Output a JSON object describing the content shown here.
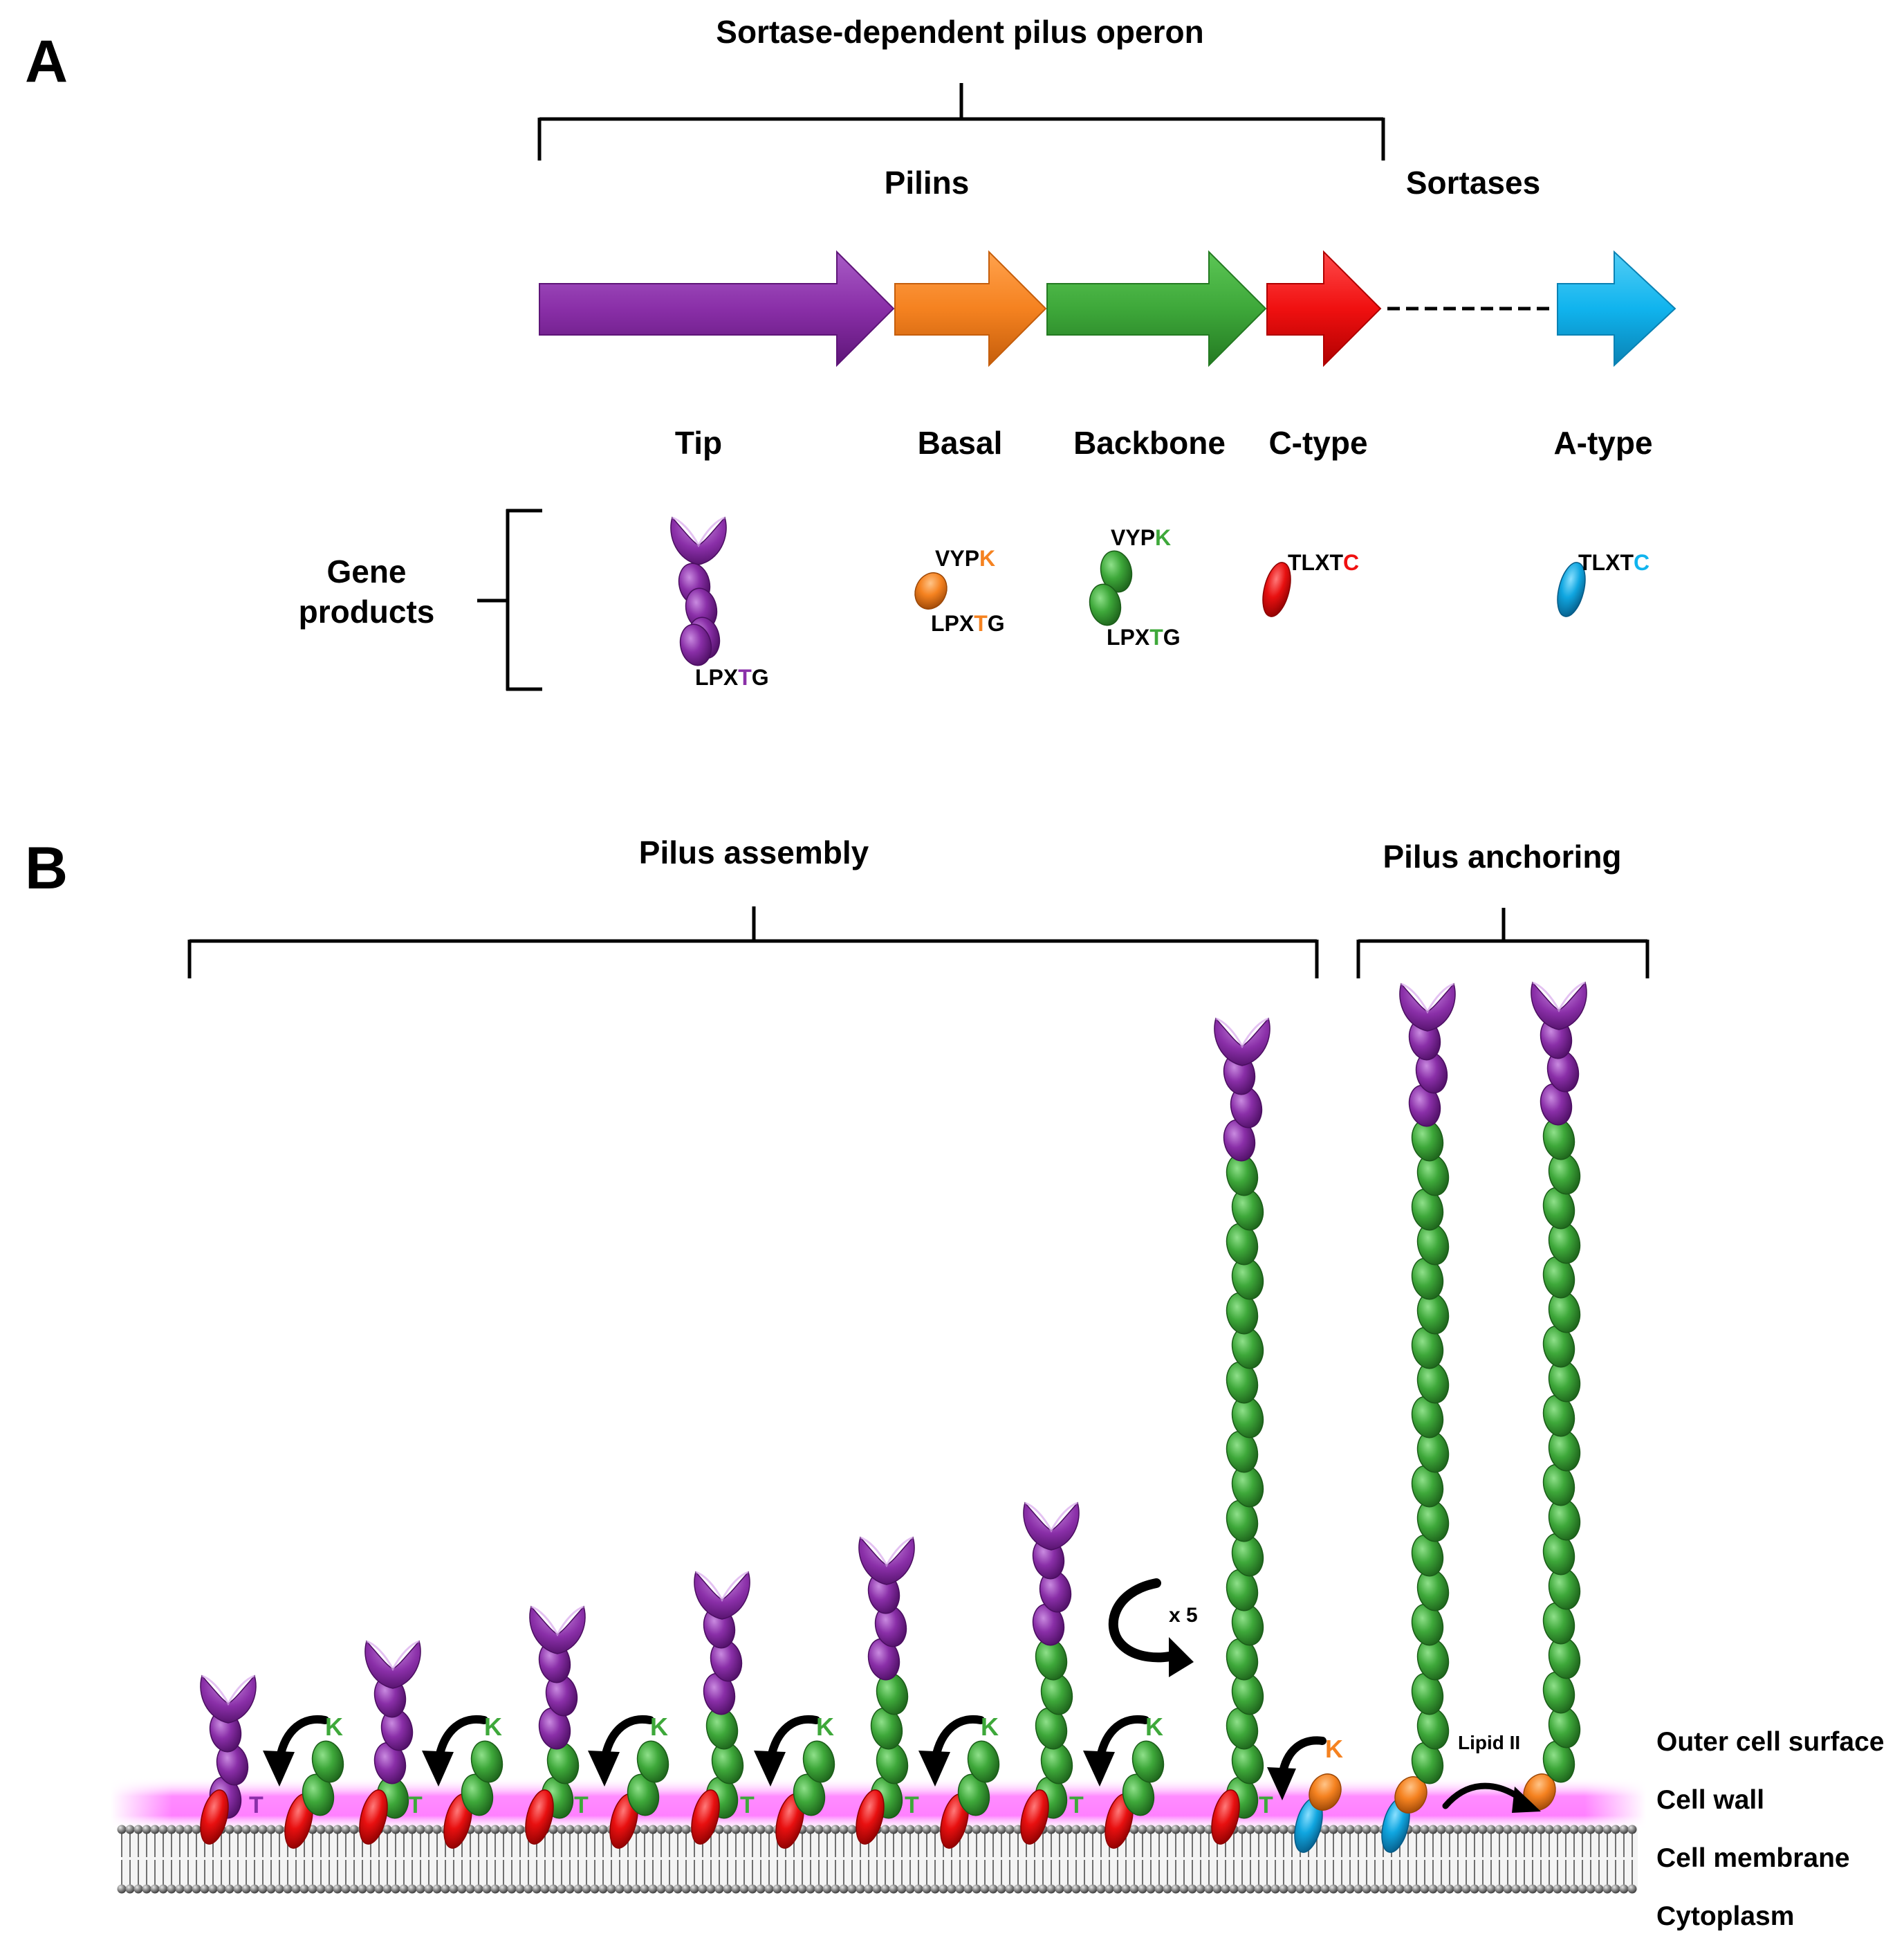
{
  "panel_a": {
    "letter": "A",
    "operon_title": "Sortase-dependent pilus operon",
    "pilins_label": "Pilins",
    "sortases_label": "Sortases",
    "genes": [
      {
        "name": "Tip",
        "color": "#8a2fa8"
      },
      {
        "name": "Basal",
        "color": "#f58220"
      },
      {
        "name": "Backbone",
        "color": "#3ea83a"
      },
      {
        "name": "C-type",
        "color": "#f01010"
      },
      {
        "name": "A-type",
        "color": "#10b4ee"
      }
    ],
    "gene_products_label": [
      "Gene",
      "products"
    ],
    "motifs": {
      "tip_sorting": [
        "LP",
        "X",
        "T",
        "G"
      ],
      "basal_pilin": [
        "VYP",
        "K"
      ],
      "basal_sorting": [
        "LP",
        "X",
        "T",
        "G"
      ],
      "backbone_pilin": [
        "VYP",
        "K"
      ],
      "backbone_sorting": [
        "LP",
        "X",
        "T",
        "G"
      ],
      "ctype_motif": [
        "TL",
        "X",
        "T",
        "C"
      ],
      "atype_motif": [
        "TL",
        "X",
        "T",
        "C"
      ]
    }
  },
  "panel_b": {
    "letter": "B",
    "assembly_label": "Pilus assembly",
    "anchoring_label": "Pilus anchoring",
    "repeat_label": "x 5",
    "k_label": "K",
    "t_label": "T",
    "lipid_label": "Lipid II",
    "layers": [
      "Outer cell surface",
      "Cell wall",
      "Cell membrane",
      "Cytoplasm"
    ]
  },
  "colors": {
    "tip": "#8a2fa8",
    "basal": "#f58220",
    "backbone": "#3ea83a",
    "ctype": "#f01010",
    "atype": "#10b4ee",
    "cell_wall": "#ff7dff",
    "membrane": "#9a9a9a"
  }
}
